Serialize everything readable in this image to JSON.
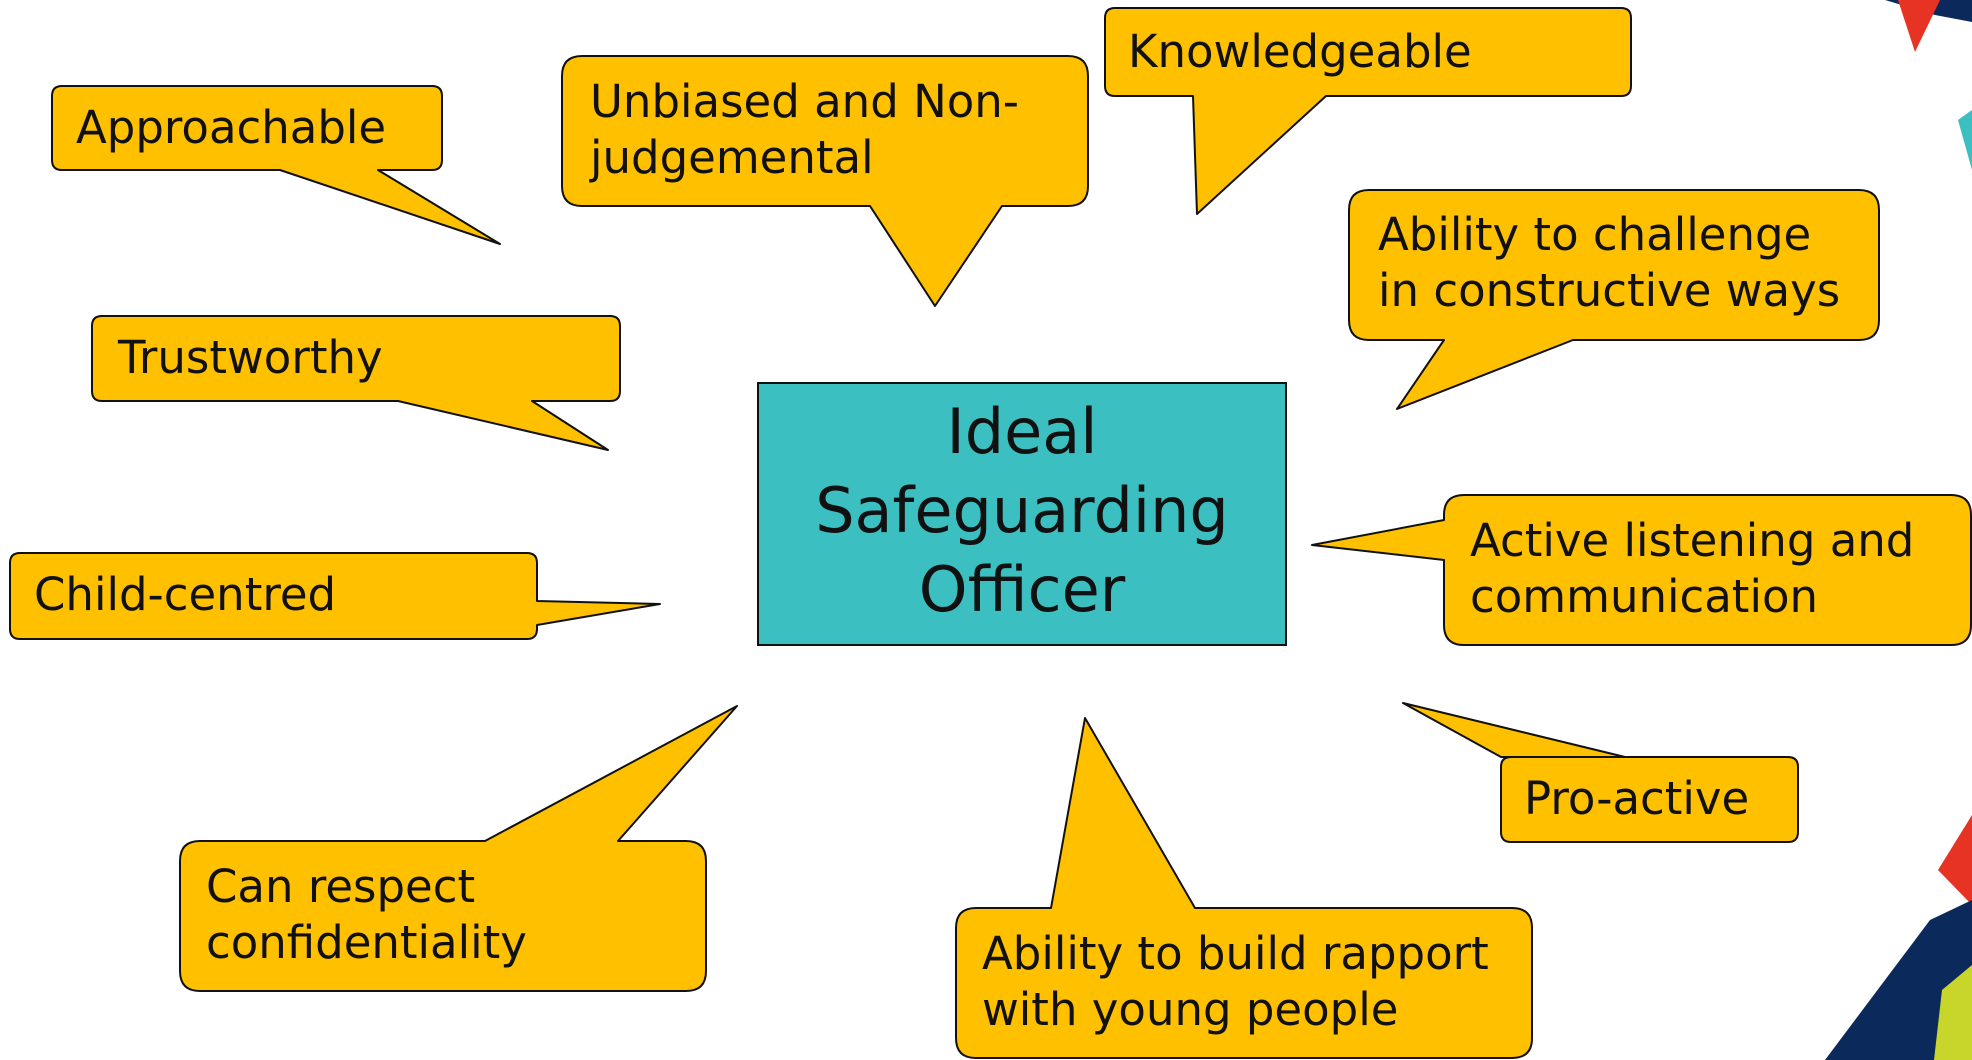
{
  "diagram": {
    "center": {
      "label": "Ideal Safeguarding Officer"
    },
    "callouts": [
      {
        "id": "approachable",
        "lines": [
          "Approachable"
        ]
      },
      {
        "id": "unbiased",
        "lines": [
          "Unbiased and Non-",
          "judgemental"
        ]
      },
      {
        "id": "knowledgeable",
        "lines": [
          "Knowledgeable"
        ]
      },
      {
        "id": "challenge",
        "lines": [
          "Ability to challenge",
          "in constructive ways"
        ]
      },
      {
        "id": "trustworthy",
        "lines": [
          "Trustworthy"
        ]
      },
      {
        "id": "active-listening",
        "lines": [
          "Active listening and",
          "communication"
        ]
      },
      {
        "id": "child-centred",
        "lines": [
          "Child-centred"
        ]
      },
      {
        "id": "pro-active",
        "lines": [
          "Pro-active"
        ]
      },
      {
        "id": "confidentiality",
        "lines": [
          "Can respect",
          "confidentiality"
        ]
      },
      {
        "id": "rapport",
        "lines": [
          "Ability to build rapport",
          "with young people"
        ]
      }
    ]
  },
  "colors": {
    "callout_fill": "#FFC000",
    "center_fill": "#3CBFC0",
    "outline": "#111111",
    "deco_navy": "#0B2A5B",
    "deco_red": "#E63323",
    "deco_teal": "#3CBFC0",
    "deco_lime": "#C8D62B"
  }
}
